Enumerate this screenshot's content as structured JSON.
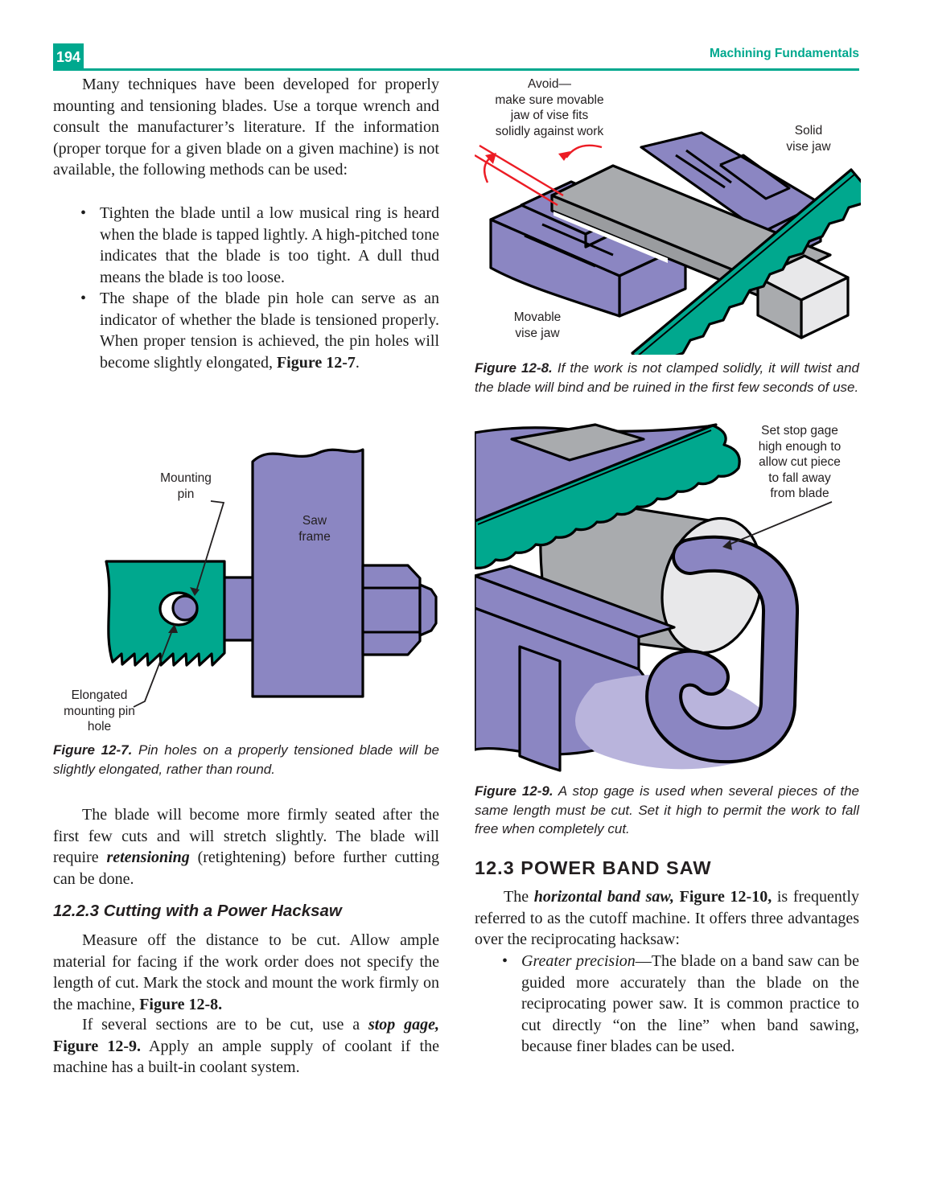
{
  "page": {
    "number": "194",
    "header_title": "Machining Fundamentals"
  },
  "colors": {
    "teal": "#00A88E",
    "purple": "#8B86C2",
    "purple_light": "#B9B4DC",
    "gray": "#A9ABAE",
    "gray_dark": "#9A9C9F",
    "gray_light": "#E8E8EA",
    "red": "#EC1C24",
    "ink": "#231F20",
    "text": "#1C1C1C"
  },
  "left_column": {
    "para1": "Many techniques have been developed for properly mounting and tensioning blades. Use a torque wrench and consult the manufacturer’s literature. If the information (proper torque for a given blade on a given machine) is not available, the following methods can be used:",
    "bullet_marker": "•",
    "bullet1": "Tighten the blade until a low musical ring is heard when the blade is tapped lightly. A high-pitched tone indicates that the blade is too tight. A dull thud means the blade is too loose.",
    "bullet2": {
      "before": "The shape of the blade pin hole can serve as an indicator of whether the blade is tensioned properly. When proper tension is achieved, the pin holes will become slightly elongated, ",
      "figref": "Figure 12-7",
      "after": "."
    },
    "figure7": {
      "labels": {
        "mounting_pin": "Mounting\npin",
        "saw_frame": "Saw\nframe",
        "elongated_hole": "Elongated\nmounting pin\nhole"
      },
      "caption_lead": "Figure 12-7.",
      "caption": " Pin holes on a properly tensioned blade will be slightly elongated, rather than round."
    },
    "para2": {
      "before": "The blade will become more firmly seated after the first few cuts and will stretch slightly. The blade will require ",
      "emph": "retensioning",
      "after": " (retightening) before further cutting can be done."
    },
    "heading": "12.2.3 Cutting with a Power Hacksaw",
    "para3": {
      "before": "Measure off the distance to be cut. Allow ample material for facing if the work order does not specify the length of cut. Mark the stock and mount the work firmly on the machine, ",
      "figref": "Figure 12-8."
    },
    "para4": {
      "lead": "If several sections are to be cut, use a ",
      "emph": "stop gage,",
      "sep": " ",
      "figref": "Figure 12-9.",
      "after": " Apply an ample supply of coolant if the machine has a built-in coolant system."
    }
  },
  "right_column": {
    "figure8": {
      "labels": {
        "avoid": "Avoid—\nmake sure movable\njaw of vise fits\nsolidly against work",
        "solid": "Solid\nvise jaw",
        "movable": "Movable\nvise jaw"
      },
      "caption_lead": "Figure 12-8.",
      "caption": " If the work is not clamped solidly, it will twist and the blade will bind and be ruined in the first few seconds of use."
    },
    "figure9": {
      "labels": {
        "stop_gage": "Set stop gage\nhigh enough to\nallow cut piece\nto fall away\nfrom blade"
      },
      "caption_lead": "Figure 12-9.",
      "caption": " A stop gage is used when several pieces of the same length must be cut. Set it high to permit the work to fall free when completely cut."
    },
    "heading": "12.3 POWER BAND SAW",
    "para1": {
      "lead": "The ",
      "emph": "horizontal band saw,",
      "sep": " ",
      "figref": "Figure 12-10,",
      "after": " is frequently referred to as the cutoff machine. It offers three advantages over the reciprocating hacksaw:"
    },
    "bullet1": {
      "emph": "Greater precision",
      "after": "—The blade on a band saw can be guided more accurately than the blade on the reciprocating power saw. It is common practice to cut directly “on the line” when band sawing, because finer blades can be used."
    }
  }
}
